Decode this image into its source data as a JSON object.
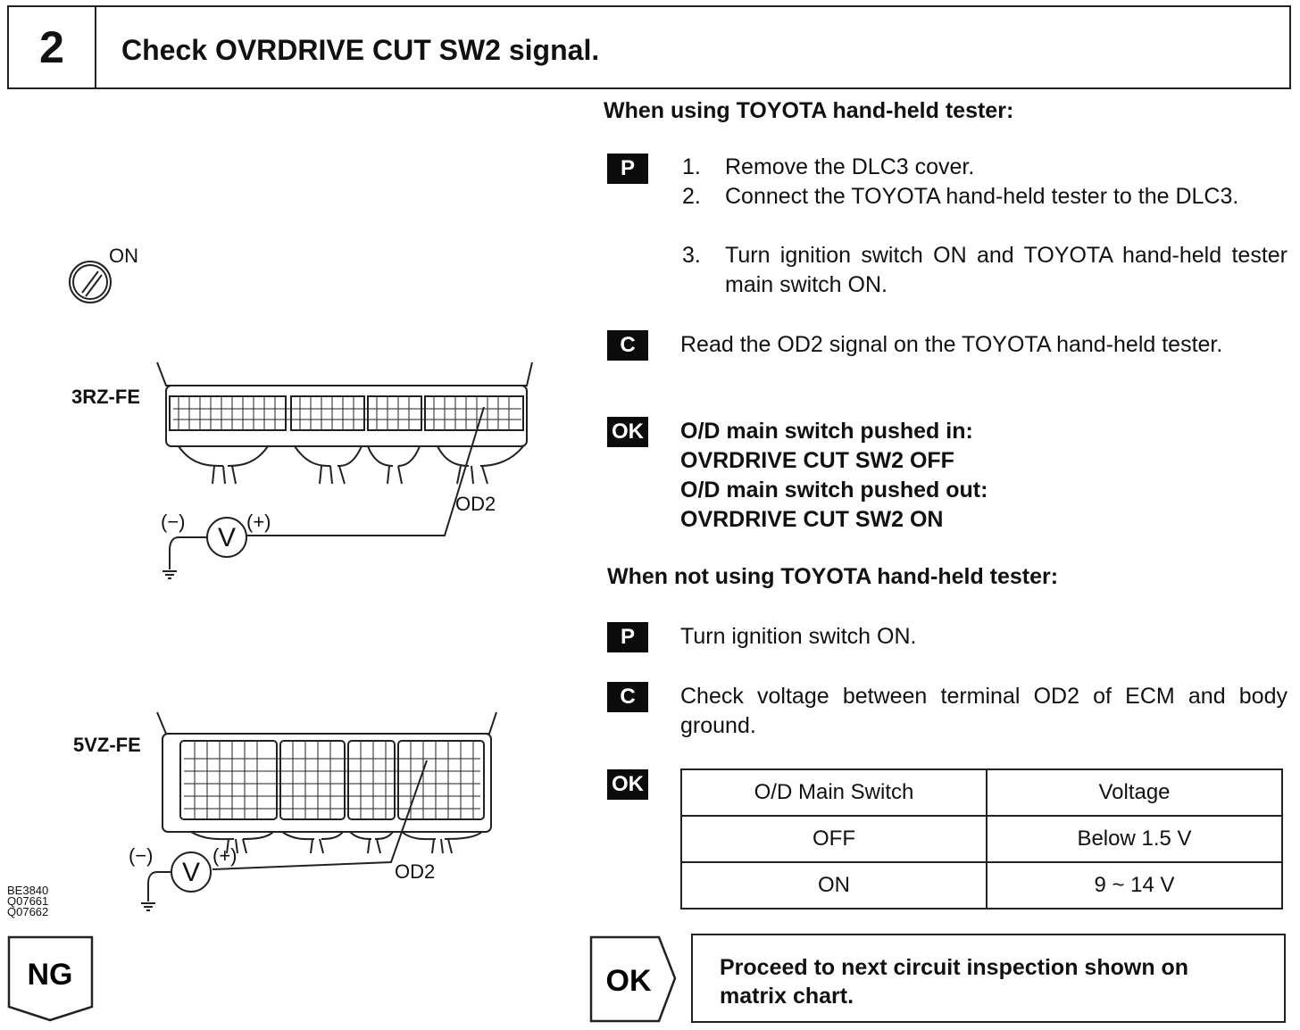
{
  "header": {
    "step_number": "2",
    "title": "Check OVRDRIVE CUT SW2 signal."
  },
  "with_tester": {
    "heading": "When using TOYOTA hand-held tester:",
    "p_badge": "P",
    "steps": [
      {
        "num": "1.",
        "text": "Remove the DLC3 cover."
      },
      {
        "num": "2.",
        "text": "Connect the TOYOTA hand-held tester to the DLC3."
      },
      {
        "num": "3.",
        "text": "Turn ignition switch ON and TOYOTA hand-held tester main switch ON."
      }
    ],
    "c_badge": "C",
    "check_text": "Read the OD2 signal on the TOYOTA hand-held tester.",
    "ok_badge": "OK",
    "ok_lines": [
      "O/D main switch pushed in:",
      "OVRDRIVE CUT SW2 OFF",
      "O/D main switch pushed out:",
      "OVRDRIVE CUT SW2 ON"
    ]
  },
  "without_tester": {
    "heading": "When not using TOYOTA hand-held tester:",
    "p_badge": "P",
    "prep_text": "Turn ignition switch ON.",
    "c_badge": "C",
    "check_text": "Check voltage between terminal OD2 of ECM and body ground.",
    "ok_badge": "OK",
    "table": {
      "headers": [
        "O/D Main Switch",
        "Voltage"
      ],
      "rows": [
        [
          "OFF",
          "Below 1.5 V"
        ],
        [
          "ON",
          "9 ~ 14 V"
        ]
      ]
    }
  },
  "result_ng": "NG",
  "result_ok": "OK",
  "proceed_text": "Proceed to next circuit inspection shown on matrix chart.",
  "figure": {
    "ignition_label": "ON",
    "engine1": "3RZ-FE",
    "engine2": "5VZ-FE",
    "terminal1": "OD2",
    "terminal2": "OD2",
    "neg": "(−)",
    "pos": "(+)",
    "meter": "V",
    "codes": [
      "BE3840",
      "Q07661",
      "Q07662"
    ]
  }
}
